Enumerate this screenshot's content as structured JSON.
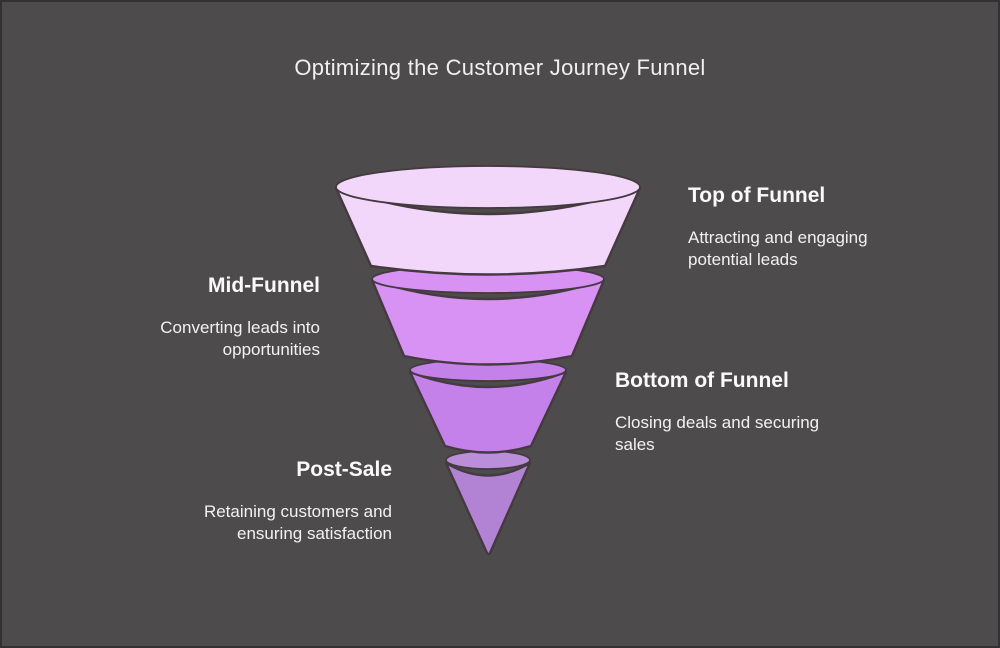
{
  "title": "Optimizing the Customer Journey Funnel",
  "colors": {
    "background": "#4d4b4c",
    "border": "#343134",
    "stroke": "#443a40",
    "title_text": "#f1eff0",
    "heading_text": "#fbfafb",
    "body_text": "#f3f2f3"
  },
  "stages": [
    {
      "name": "Top of Funnel",
      "description": "Attracting and engaging\npotential leads",
      "color": "#f2d7fa",
      "top_color": "#f2d7fa",
      "label_side": "right"
    },
    {
      "name": "Mid-Funnel",
      "description": "Converting leads into\nopportunities",
      "color": "#d892f4",
      "top_color": "#d892f4",
      "label_side": "left"
    },
    {
      "name": "Bottom of Funnel",
      "description": "Closing deals and securing\nsales",
      "color": "#c581ea",
      "top_color": "#c581ea",
      "label_side": "right"
    },
    {
      "name": "Post-Sale",
      "description": "Retaining customers and\nensuring satisfaction",
      "color": "#b283d4",
      "top_color": "#bb8ed9",
      "label_side": "left"
    }
  ]
}
